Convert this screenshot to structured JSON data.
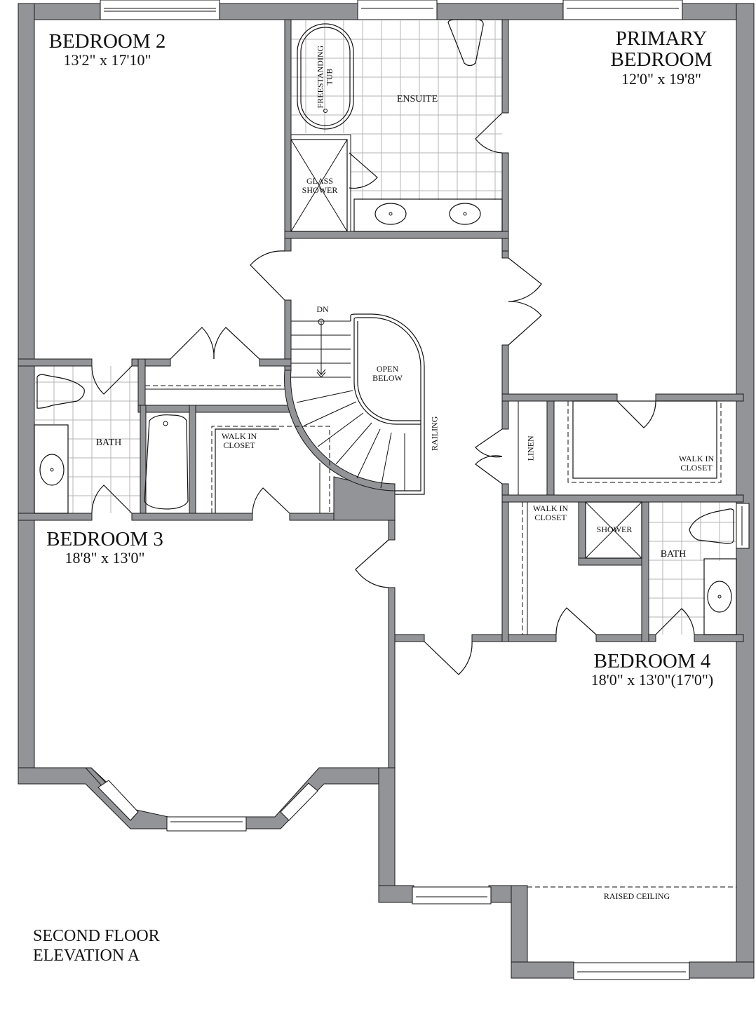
{
  "plan": {
    "title_line1": "SECOND FLOOR",
    "title_line2": "ELEVATION A",
    "wall_color": "#939498",
    "line_color": "#111111"
  },
  "rooms": {
    "bedroom2": {
      "name": "BEDROOM 2",
      "dims": "13'2\" x 17'10\""
    },
    "primary": {
      "name_line1": "PRIMARY",
      "name_line2": "BEDROOM",
      "dims": "12'0\" x 19'8\""
    },
    "bedroom3": {
      "name": "BEDROOM 3",
      "dims": "18'8\" x 13'0\""
    },
    "bedroom4": {
      "name": "BEDROOM 4",
      "dims": "18'0\" x 13'0\"(17'0\")"
    },
    "ensuite": {
      "name": "ENSUITE"
    },
    "bath_left": {
      "name": "BATH"
    },
    "bath_right": {
      "name": "BATH"
    },
    "linen": {
      "name": "LINEN"
    }
  },
  "fixtures": {
    "tub_line1": "FREESTANDING",
    "tub_line2": "TUB",
    "glass_shower_line1": "GLASS",
    "glass_shower_line2": "SHOWER",
    "shower": "SHOWER",
    "wic_left_line1": "WALK IN",
    "wic_left_line2": "CLOSET",
    "wic_primary_line1": "WALK IN",
    "wic_primary_line2": "CLOSET",
    "wic_bed4_line1": "WALK IN",
    "wic_bed4_line2": "CLOSET",
    "stair_dn": "DN",
    "open_below_line1": "OPEN",
    "open_below_line2": "BELOW",
    "railing": "RAILING",
    "raised_ceiling": "RAISED CEILING"
  }
}
